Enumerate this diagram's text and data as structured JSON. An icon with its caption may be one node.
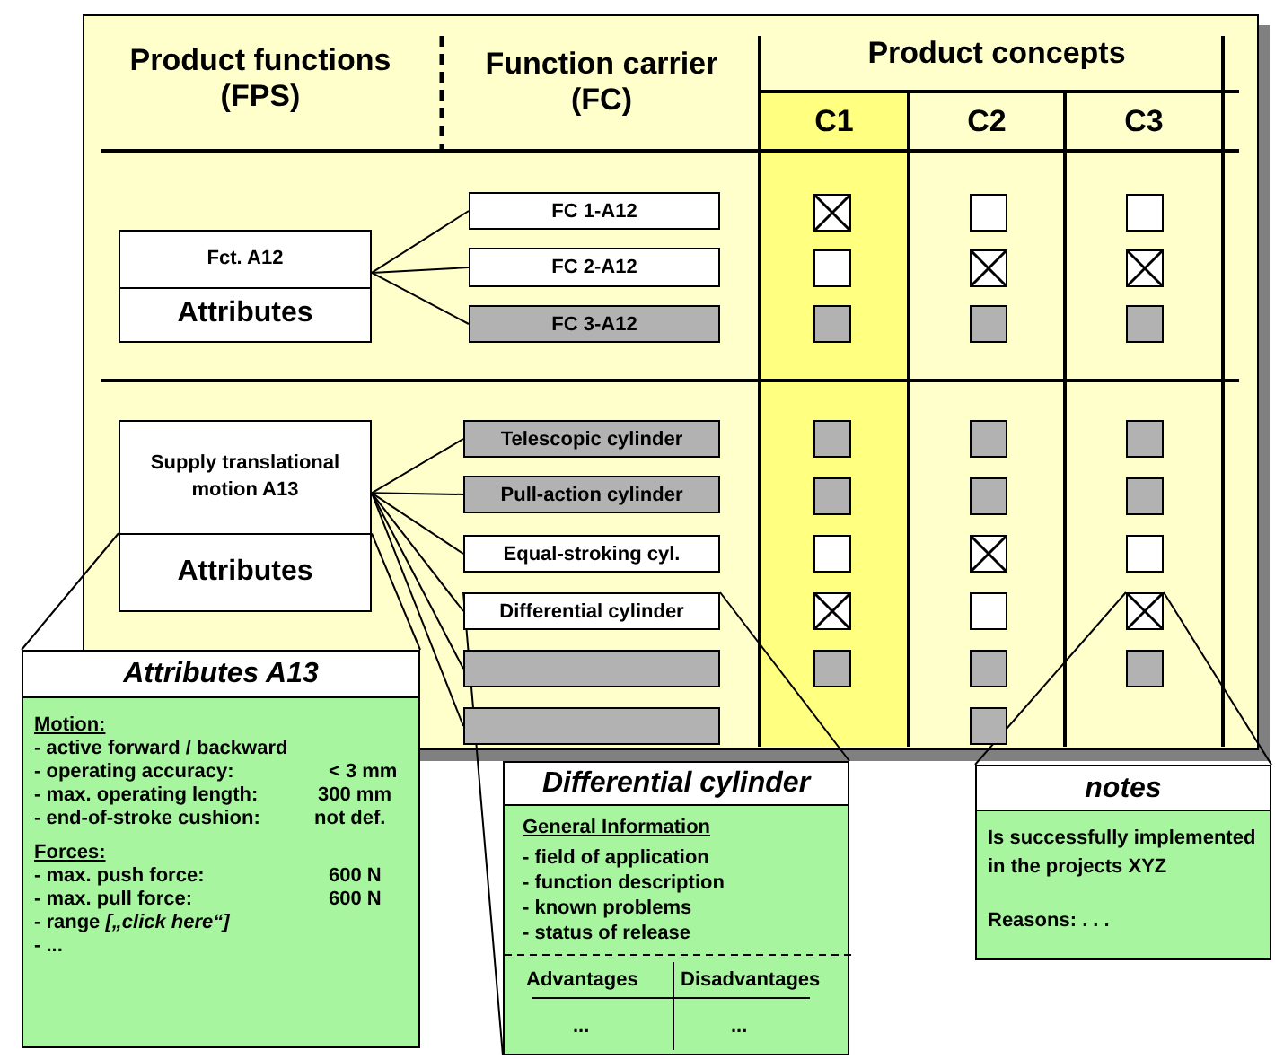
{
  "diagram": {
    "nodes": [
      {
        "text": [
          "Fct. A12",
          "Attributes"
        ]
      },
      {
        "text": [
          "FC 1-A12"
        ]
      },
      {
        "text": [],
        "shape": "crossed-box"
      },
      {
        "text": [],
        "shape": "box"
      },
      {
        "text": [],
        "shape": "box"
      },
      {
        "text": [
          "FC 2-A12"
        ]
      },
      {
        "text": [],
        "shape": "box"
      },
      {
        "text": [],
        "shape": "crossed-box"
      },
      {
        "text": [],
        "shape": "crossed-box"
      },
      {
        "text": [
          "FC 3-A12"
        ]
      },
      {
        "text": [],
        "shape": "box"
      },
      {
        "text": [],
        "shape": "box"
      },
      {
        "text": [],
        "shape": "box"
      },
      {
        "text": [
          "Supply translational motion A13",
          "Attributes"
        ]
      },
      {
        "text": [
          "Telescopic cylinder"
        ]
      },
      {
        "text": [],
        "shape": "box"
      },
      {
        "text": [],
        "shape": "box"
      },
      {
        "text": [],
        "shape": "box"
      },
      {
        "text": [
          "Pull-action cylinder"
        ]
      },
      {
        "text": [],
        "shape": "box"
      },
      {
        "text": [],
        "shape": "box"
      },
      {
        "text": [],
        "shape": "box"
      },
      {
        "text": [
          "Equal-stroking cyl."
        ]
      },
      {
        "text": [],
        "shape": "box"
      },
      {
        "text": [],
        "shape": "crossed-box"
      },
      {
        "text": [],
        "shape": "box"
      },
      {
        "text": [
          "Differential cylinder"
        ]
      },
      {
        "text": [],
        "shape": "crossed-box"
      },
      {
        "text": [],
        "shape": "box"
      },
      {
        "text": [],
        "shape": "crossed-box"
      },
      {
        "text": [],
        "shape": "box"
      },
      {
        "text": [],
        "shape": "box"
      },
      {
        "text": [],
        "shape": "box"
      },
      {
        "text": [],
        "shape": "box"
      },
      {
        "text": [],
        "shape": "box"
      },
      {
        "text": [],
        "shape": "box"
      },
      {
        "text": [
          "Attributes A13",
          "Motion:",
          "- active forward / backward",
          "- operating accuracy:",
          "< 3 mm",
          "- max. operating length:",
          "300 mm",
          "- end-of-stroke cushion:",
          "not def.",
          "Forces:",
          "- max. push force:",
          "600 N",
          "- max. pull force:",
          "600 N",
          "- range *[„click here“]*",
          "- ..."
        ]
      },
      {
        "text": [
          "Differential cylinder",
          "General Information",
          "- field of application",
          "- function description",
          "- known problems",
          "- status of release",
          "Advantages",
          "Disadvantages",
          "...",
          "..."
        ]
      },
      {
        "text": [
          "notes",
          "Is successfully implemented in the projects XYZ",
          "Reasons: . . ."
        ]
      }
    ],
    "edges": [
      {
        "from": 0,
        "to": 1,
        "arrow": "none"
      },
      {
        "from": 0,
        "to": 5,
        "arrow": "none"
      },
      {
        "from": 0,
        "to": 9,
        "arrow": "none"
      },
      {
        "from": 13,
        "to": 14,
        "arrow": "none"
      },
      {
        "from": 13,
        "to": 18,
        "arrow": "none"
      },
      {
        "from": 13,
        "to": 22,
        "arrow": "none"
      },
      {
        "from": 13,
        "to": 26,
        "arrow": "none"
      },
      {
        "from": 13,
        "to": 30,
        "arrow": "none"
      },
      {
        "from": 13,
        "to": 34,
        "arrow": "none"
      },
      {
        "from": 36,
        "to": 13,
        "arrow": "none"
      },
      {
        "from": 36,
        "to": 13,
        "arrow": "none"
      },
      {
        "from": 37,
        "to": 26,
        "arrow": "none"
      },
      {
        "from": 37,
        "to": 26,
        "arrow": "none"
      },
      {
        "from": 38,
        "to": 29,
        "arrow": "none"
      },
      {
        "from": 38,
        "to": 29,
        "arrow": "none"
      }
    ],
    "labels": [
      "Product functions (FPS)",
      "Function carrier (FC)",
      "Product concepts",
      "C1",
      "C2",
      "C3"
    ]
  }
}
